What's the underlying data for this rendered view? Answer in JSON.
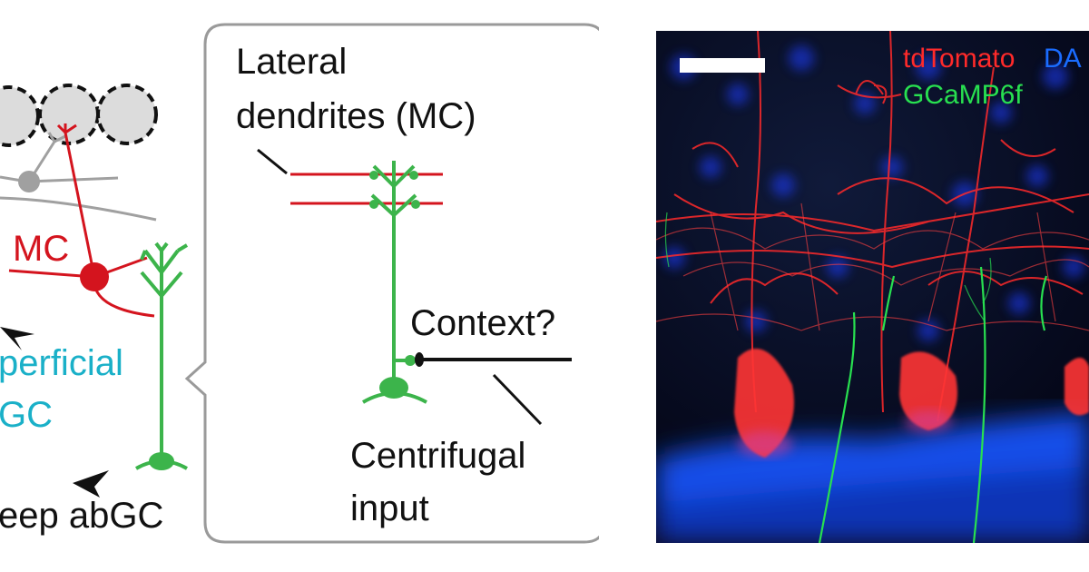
{
  "left_panel": {
    "mc_label": "MC",
    "superficial_line1": "perficial",
    "superficial_line2": "GC",
    "deep_label": "eep abGC"
  },
  "callout": {
    "title_line1": "Lateral",
    "title_line2": "dendrites (MC)",
    "context_label": "Context?",
    "input_line1": "Centrifugal",
    "input_line2": "input"
  },
  "micrograph": {
    "legend_tdtomato": "tdTomato",
    "legend_dapi": "DA",
    "legend_gcamp": "GCaMP6f"
  },
  "colors": {
    "mitral_cell": "#d4141e",
    "granule_cell": "#3cb44b",
    "superficial_text": "#1ab0c8",
    "glia_gray": "#a0a0a0",
    "micro_red": "#ff2a2a",
    "micro_blue": "#1a6cff",
    "micro_green": "#28e050"
  }
}
